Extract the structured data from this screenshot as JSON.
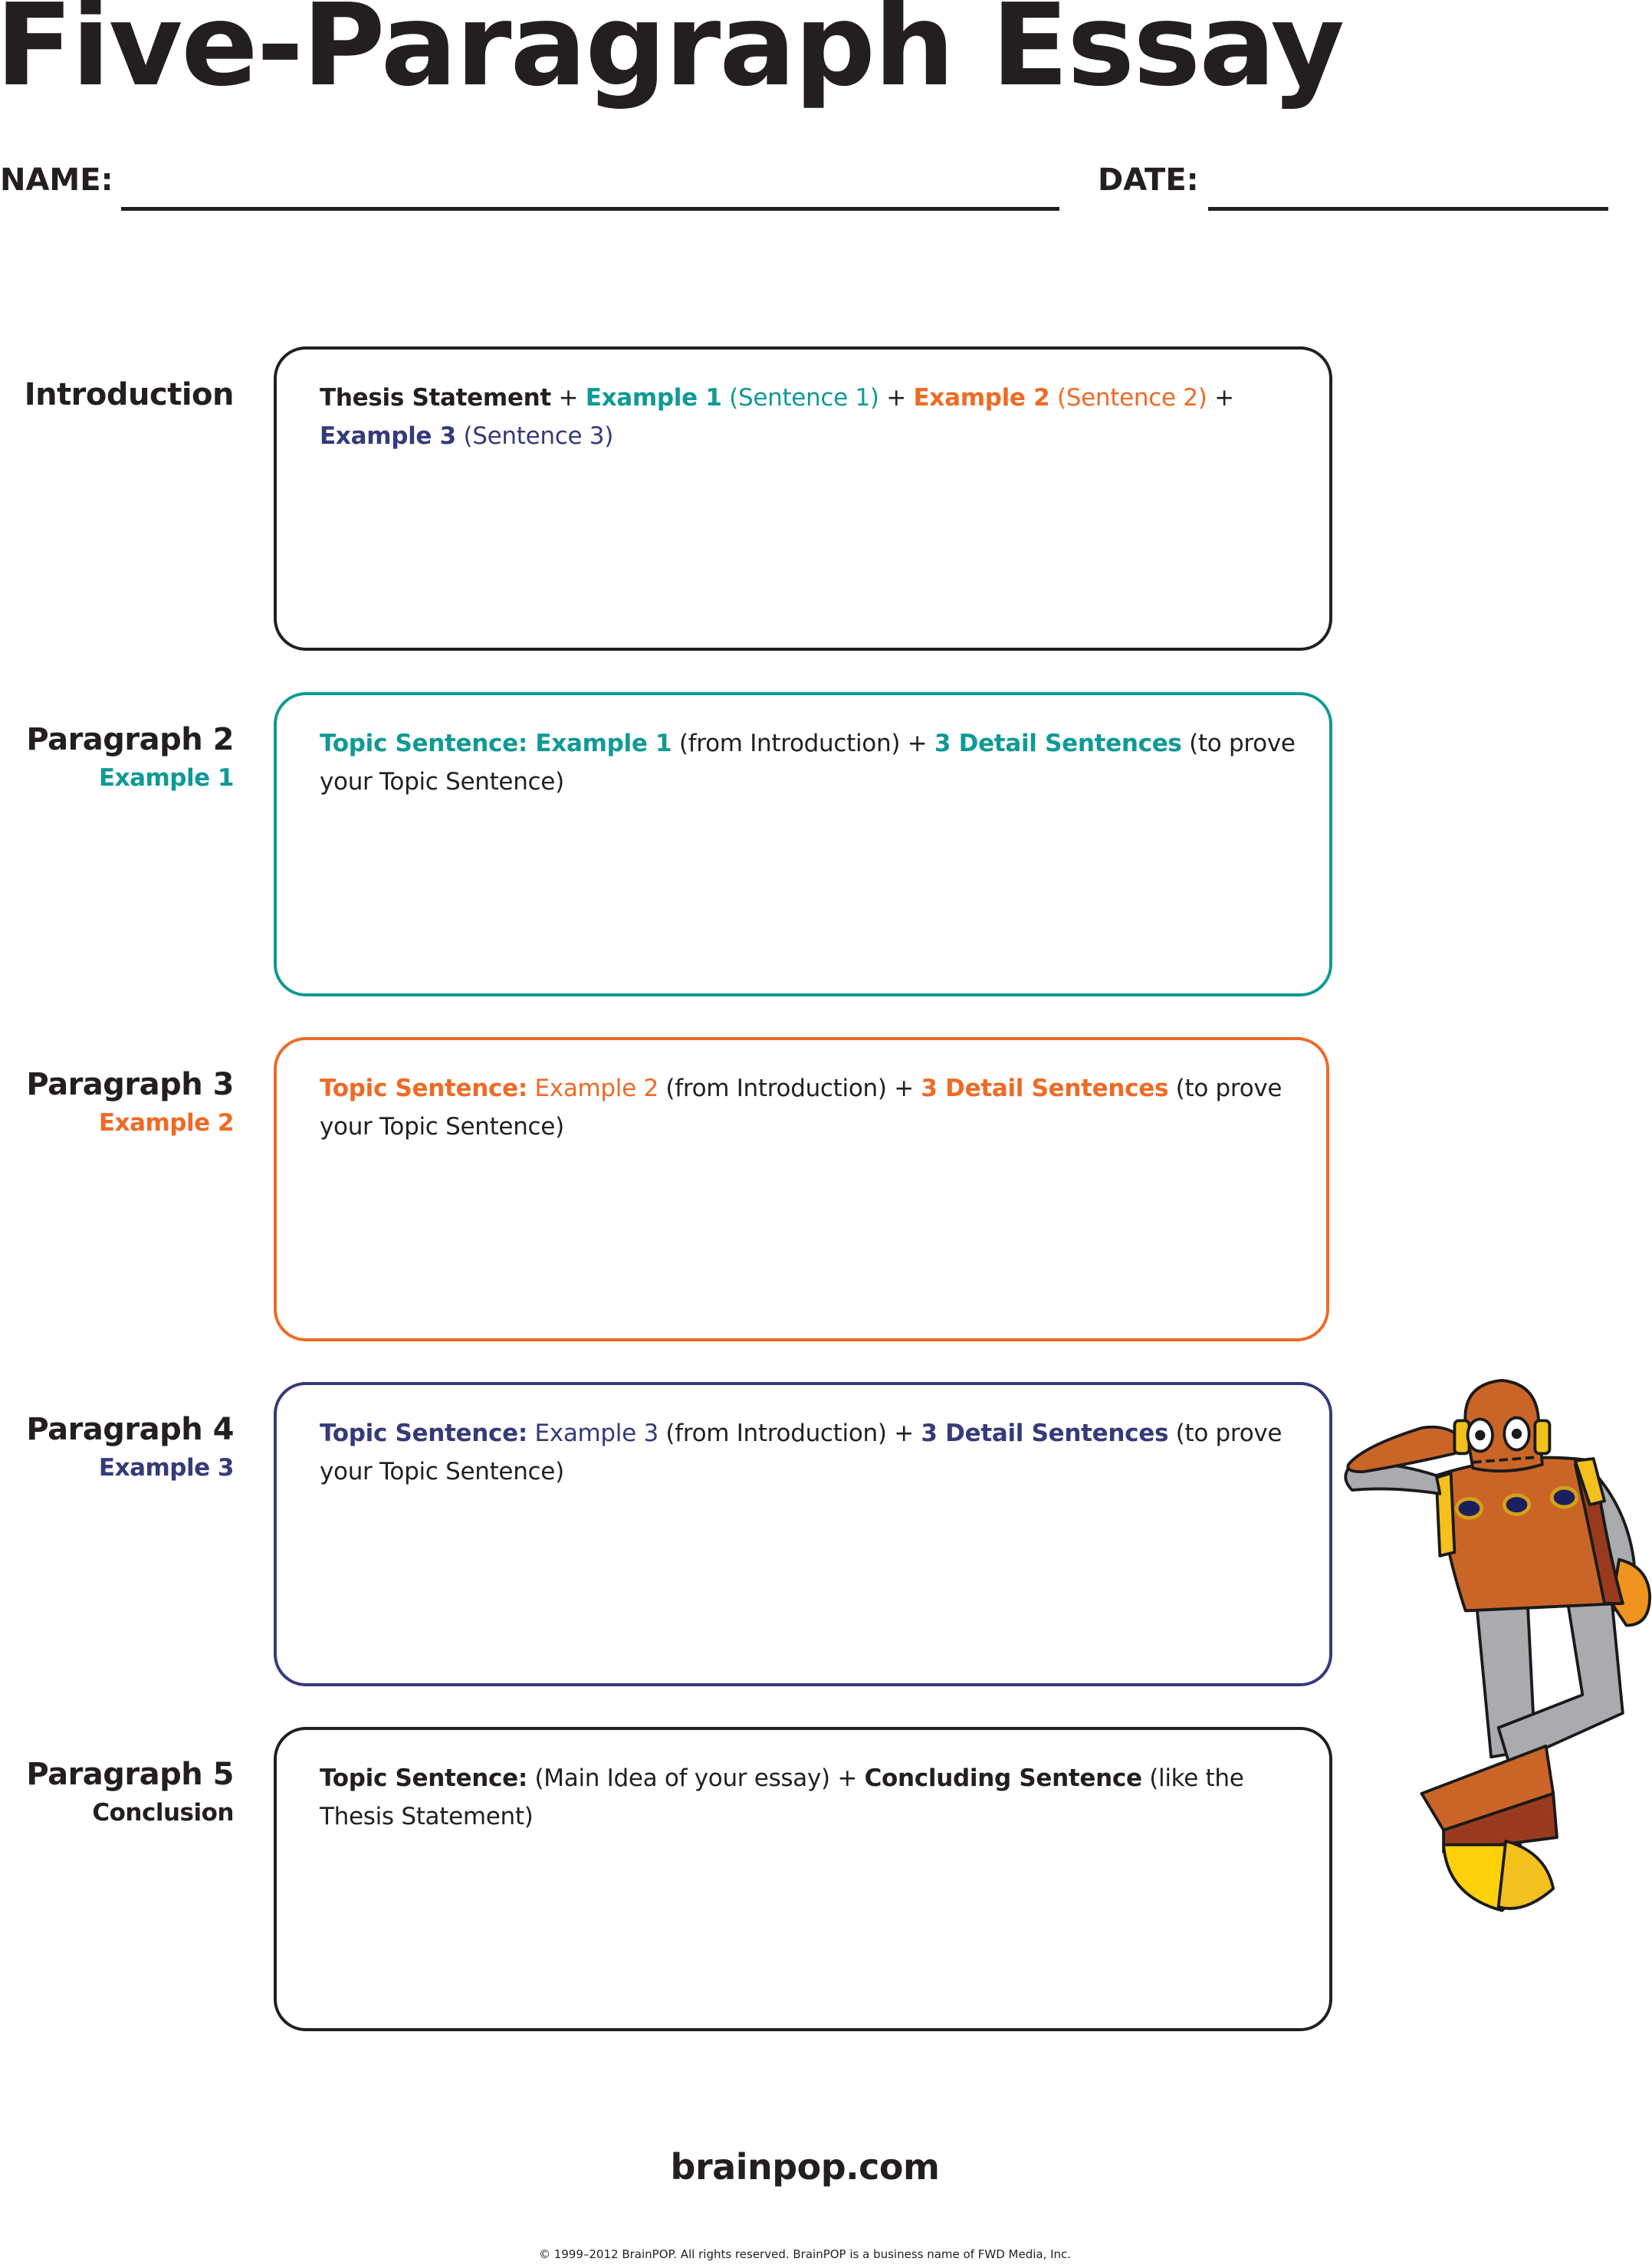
{
  "header": {
    "title": "Five-Paragraph Essay",
    "name_label": "NAME:",
    "date_label": "DATE:",
    "name_value": "",
    "date_value": ""
  },
  "colors": {
    "text": "#231f20",
    "example1": "#0f9a96",
    "example2": "#ef6a25",
    "example3": "#363a7a"
  },
  "sections": [
    {
      "label": "Introduction",
      "sublabel": "",
      "border_color": "#231f20",
      "line1": [
        {
          "text": "Thesis Statement",
          "style": "b dark"
        },
        {
          "text": " + ",
          "style": "dark"
        },
        {
          "text": "Example 1",
          "style": "b teal"
        },
        {
          "text": " (Sentence 1)",
          "style": "teal"
        },
        {
          "text": " + ",
          "style": "dark"
        },
        {
          "text": "Example 2",
          "style": "b orange"
        },
        {
          "text": " (Sentence 2)",
          "style": "orange"
        },
        {
          "text": " +",
          "style": "dark"
        }
      ],
      "line2": [
        {
          "text": "Example 3",
          "style": "b navy"
        },
        {
          "text": " (Sentence 3)",
          "style": "navy"
        }
      ]
    },
    {
      "label": "Paragraph 2",
      "sublabel": "Example 1",
      "sublabel_color": "teal",
      "border_color": "#0f9a96",
      "line1": [
        {
          "text": "Topic Sentence: Example 1",
          "style": "b teal"
        },
        {
          "text": " (from Introduction) + ",
          "style": "dark"
        },
        {
          "text": "3 Detail Sentences",
          "style": "b teal"
        },
        {
          "text": " (to prove",
          "style": "dark"
        }
      ],
      "line2": [
        {
          "text": "your Topic Sentence)",
          "style": "dark"
        }
      ]
    },
    {
      "label": "Paragraph 3",
      "sublabel": "Example 2",
      "sublabel_color": "orange",
      "border_color": "#ef6a25",
      "line1": [
        {
          "text": "Topic Sentence:",
          "style": "b orange"
        },
        {
          "text": " Example 2",
          "style": "orange"
        },
        {
          "text": " (from Introduction) + ",
          "style": "dark"
        },
        {
          "text": "3 Detail Sentences",
          "style": "b orange"
        },
        {
          "text": " (to prove",
          "style": "dark"
        }
      ],
      "line2": [
        {
          "text": "your Topic Sentence)",
          "style": "dark"
        }
      ]
    },
    {
      "label": "Paragraph 4",
      "sublabel": "Example 3",
      "sublabel_color": "navy",
      "border_color": "#363a7a",
      "line1": [
        {
          "text": "Topic Sentence:",
          "style": "b navy"
        },
        {
          "text": " Example 3",
          "style": "navy"
        },
        {
          "text": " (from Introduction) + ",
          "style": "dark"
        },
        {
          "text": "3 Detail Sentences",
          "style": "b navy"
        },
        {
          "text": " (to prove",
          "style": "dark"
        }
      ],
      "line2": [
        {
          "text": "your Topic Sentence)",
          "style": "dark"
        }
      ]
    },
    {
      "label": "Paragraph 5",
      "sublabel": "Conclusion",
      "sublabel_color": "dark",
      "border_color": "#231f20",
      "line1": [
        {
          "text": "Topic Sentence:",
          "style": "b dark"
        },
        {
          "text": " (Main Idea of your essay) + ",
          "style": "dark"
        },
        {
          "text": "Concluding Sentence",
          "style": "b dark"
        },
        {
          "text": " (like the",
          "style": "dark"
        }
      ],
      "line2": [
        {
          "text": "Thesis Statement)",
          "style": "dark"
        }
      ]
    }
  ],
  "illustration": {
    "icon": "robot-mascot-icon"
  },
  "footer": {
    "url": "brainpop.com",
    "copyright": "© 1999–2012 BrainPOP. All rights reserved. BrainPOP is a business name of FWD Media, Inc."
  }
}
